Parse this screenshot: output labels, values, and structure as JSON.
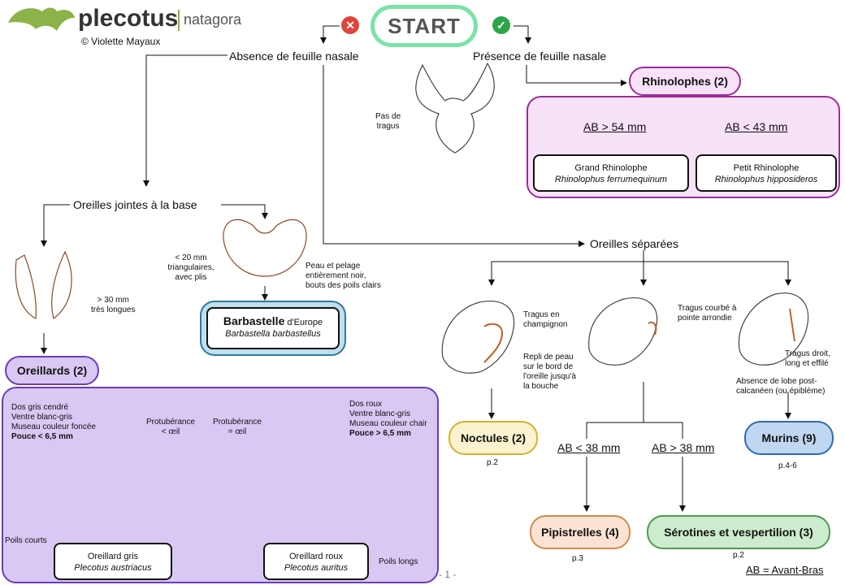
{
  "header": {
    "brand": "plecotus",
    "brand_sub": "natagora",
    "copyright": "© Violette Mayaux"
  },
  "start": {
    "label": "START",
    "no_symbol": "✕",
    "yes_symbol": "✓"
  },
  "branches": {
    "left": "Absence de feuille nasale",
    "right": "Présence de feuille nasale",
    "ears_joined": "Oreilles jointes à la base",
    "ears_separated": "Oreilles séparées"
  },
  "rhino": {
    "group": "Rhinolophes (2)",
    "cond_left": "AB > 54 mm",
    "cond_right": "AB < 43 mm",
    "grand_common": "Grand Rhinolophe",
    "grand_latin": "Rhinolophus ferrumequinum",
    "petit_common": "Petit Rhinolophe",
    "petit_latin": "Rhinolophus hipposideros",
    "note_tragus": [
      "Pas de",
      "tragus"
    ]
  },
  "barbastelle": {
    "note_ears": [
      "< 20 mm",
      "triangulaires,",
      "avec plis"
    ],
    "note_fur": [
      "Peau et pelage",
      "entièrement noir,",
      "bouts des poils clairs"
    ],
    "name_bold": "Barbastelle",
    "name_rest": " d'Europe",
    "latin": "Barbastella barbastellus"
  },
  "oreillards": {
    "note_long": [
      "> 30 mm",
      "très longues"
    ],
    "group": "Oreillards (2)",
    "left_desc": [
      "Dos gris cendré",
      "Ventre blanc-gris",
      "Museau couleur foncée"
    ],
    "left_thumb": "Pouce < 6,5 mm",
    "right_desc": [
      "Dos roux",
      "Ventre blanc-gris",
      "Museau couleur chair"
    ],
    "right_thumb": "Pouce > 6,5 mm",
    "protub_left": [
      "Protubérance",
      "< œil"
    ],
    "protub_right": [
      "Protubérance",
      "= œil"
    ],
    "short_hair": "Poils courts",
    "long_hair": "Poils longs",
    "gris_common": "Oreillard gris",
    "gris_latin": "Plecotus austriacus",
    "roux_common": "Oreillard roux",
    "roux_latin": "Plecotus auritus"
  },
  "separated": {
    "tragus_mushroom": [
      "Tragus en",
      "champignon"
    ],
    "skin_fold": [
      "Repli de peau",
      "sur le bord de",
      "l'oreille jusqu'à",
      "la bouche"
    ],
    "tragus_curved": [
      "Tragus courbé à",
      "pointe arrondie"
    ],
    "tragus_straight": [
      "Tragus droit,",
      "long et effilé"
    ],
    "no_lobe": [
      "Absence de lobe post-",
      "calcanéen (ou épiblème)"
    ],
    "noctules": "Noctules (2)",
    "noctules_page": "p.2",
    "murins": "Murins (9)",
    "murins_page": "p.4-6",
    "cond_small": "AB < 38 mm",
    "cond_large": "AB > 38 mm",
    "pipistrelles": "Pipistrelles (4)",
    "pipistrelles_page": "p.3",
    "serotines": "Sérotines et vespertilion (3)",
    "serotines_page": "p.2"
  },
  "footer": {
    "page_number": "- 1 -",
    "legend": "AB = Avant-Bras"
  },
  "colors": {
    "rhino_panel": "#F7E2F7",
    "rhino_border": "#9B2C9B",
    "barb_fill": "#BFE0EC",
    "barb_border": "#2E7A99",
    "oreillard_fill": "#D8C8F3",
    "oreillard_border": "#6D3BB8",
    "noctule_fill": "#FBF2CF",
    "noctule_border": "#D5B22F",
    "murin_fill": "#BFD7F0",
    "murin_border": "#2F6BAF",
    "pip_fill": "#FBE3D3",
    "pip_border": "#D28B4B",
    "sero_fill": "#CDEBCD",
    "sero_border": "#4E9A4E",
    "start_border": "#7BE3A7",
    "red": "#E0443A",
    "green": "#2EA54A",
    "logo_green": "#8CB34A"
  }
}
